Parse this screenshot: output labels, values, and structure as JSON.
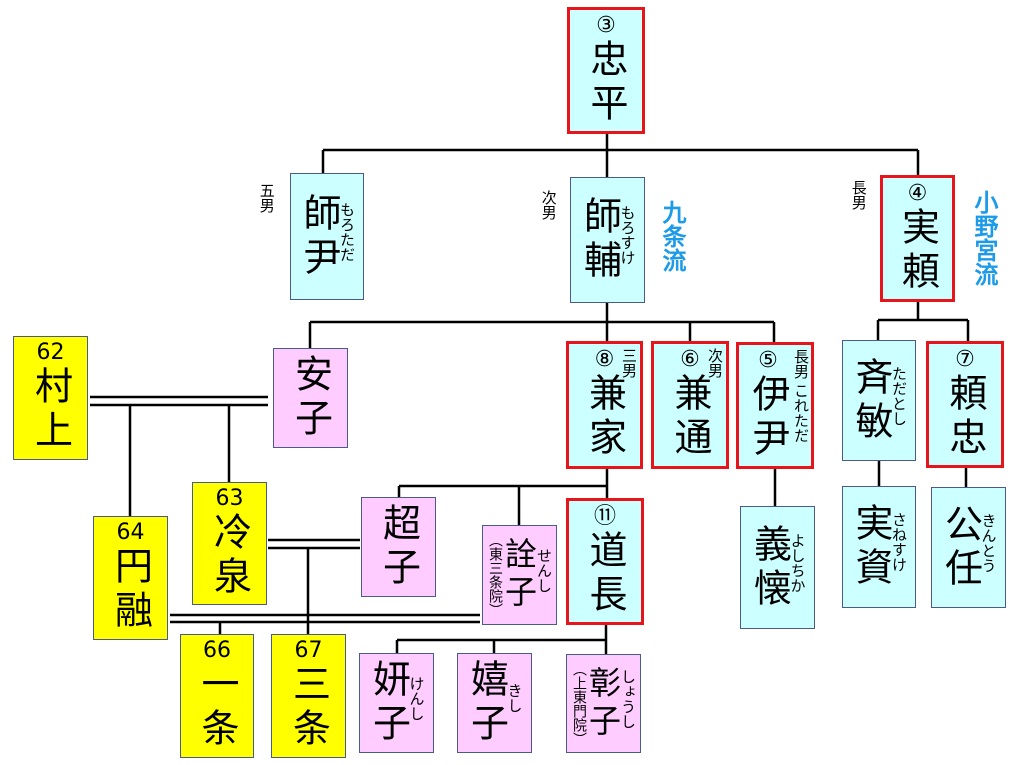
{
  "colors": {
    "minister": "#ccffff",
    "woman": "#ffccff",
    "emperor": "#ffff00",
    "regent_border": "#e8141c",
    "school": "#1e9be8"
  },
  "nodes": {
    "tadahira": {
      "num": "③",
      "name": "忠平"
    },
    "morotada": {
      "name": "師尹",
      "reading": "もろただ",
      "order": "五男"
    },
    "morosuke": {
      "name": "師輔",
      "reading": "もろすけ",
      "order": "次男",
      "school": "九条流"
    },
    "saneyori": {
      "num": "④",
      "name": "実頼",
      "order": "長男",
      "school": "小野宮流"
    },
    "anshi": {
      "name": "安子"
    },
    "kaneie": {
      "num": "⑧",
      "name": "兼家",
      "order": "三男"
    },
    "kanemichi": {
      "num": "⑥",
      "name": "兼通",
      "order": "次男"
    },
    "koretada": {
      "num": "⑤",
      "name": "伊尹",
      "order": "長男",
      "reading": "これただ"
    },
    "tadatoshi": {
      "name": "斉敏",
      "reading": "ただとし"
    },
    "yoritada": {
      "num": "⑦",
      "name": "頼忠"
    },
    "murakami": {
      "num": "62",
      "name": "村上"
    },
    "reizei": {
      "num": "63",
      "name": "冷泉"
    },
    "enyu": {
      "num": "64",
      "name": "円融"
    },
    "choshi": {
      "name": "超子"
    },
    "senshi": {
      "name": "詮子",
      "reading": "せんし",
      "title": "（東三条院）"
    },
    "michinaga": {
      "num": "⑪",
      "name": "道長"
    },
    "yoshichika": {
      "name": "義懐",
      "reading": "よしちか"
    },
    "sanesuke": {
      "name": "実資",
      "reading": "さねすけ"
    },
    "kinto": {
      "name": "公任",
      "reading": "きんとう"
    },
    "ichijo": {
      "num": "66",
      "name": "一条"
    },
    "sanjo": {
      "num": "67",
      "name": "三条"
    },
    "kenshi": {
      "name": "妍子",
      "reading": "けんし"
    },
    "kishi": {
      "name": "嬉子",
      "reading": "きし"
    },
    "shoshi": {
      "name": "彰子",
      "reading": "しょうし",
      "title": "（上東門院）"
    }
  }
}
